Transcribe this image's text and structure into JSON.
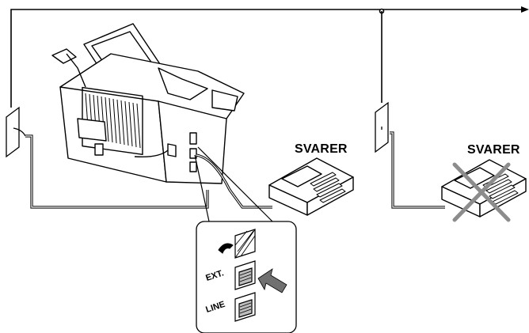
{
  "labels": {
    "answering_machine_connected": "SVARER",
    "answering_machine_incorrect": "SVARER",
    "port_ext": "EXT.",
    "port_line": "LINE"
  },
  "icons": {
    "handset": "handset-icon",
    "cross": "cross-icon",
    "arrow": "arrow-icon"
  },
  "colors": {
    "line": "#000000",
    "cross": "#8c8c8c",
    "arrow": "#707070",
    "fill_light": "#ffffff",
    "shade": "#bdbdbd"
  }
}
